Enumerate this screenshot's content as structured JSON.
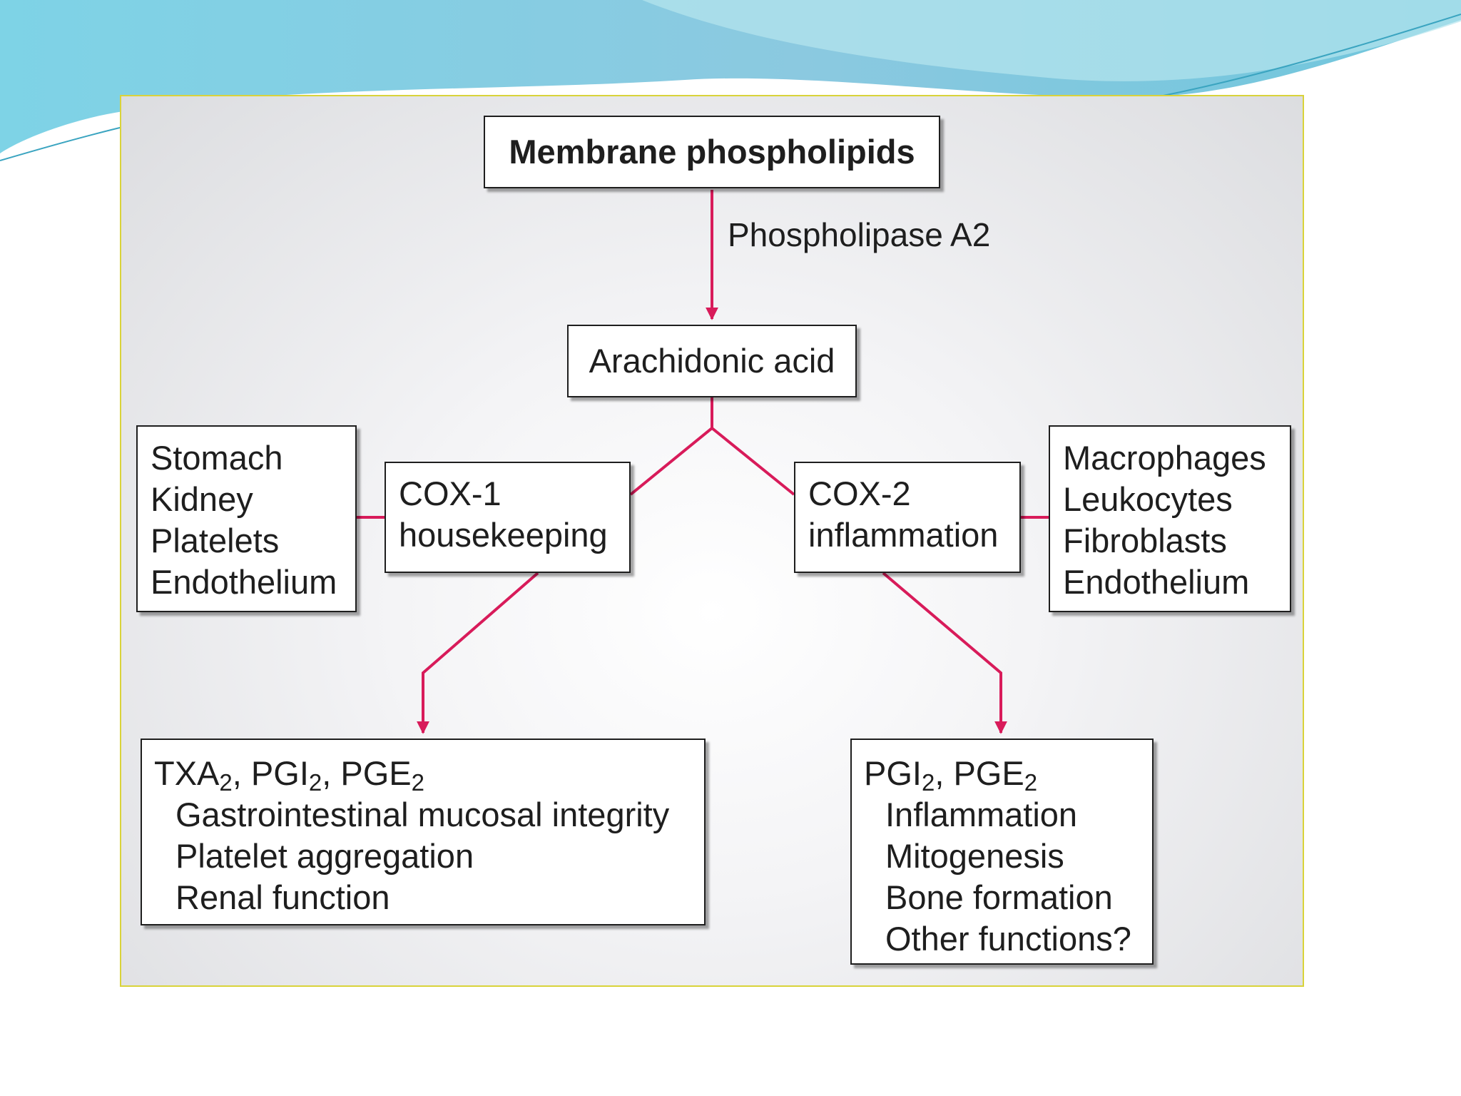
{
  "membrane": {
    "label": "Membrane phospholipids"
  },
  "enzyme": {
    "label": "Phospholipase A2"
  },
  "arachidonic": {
    "label": "Arachidonic acid"
  },
  "cox1": {
    "line1": "COX-1",
    "line2": "housekeeping"
  },
  "cox2": {
    "line1": "COX-2",
    "line2": "inflammation"
  },
  "cox1_tissues": [
    "Stomach",
    "Kidney",
    "Platelets",
    "Endothelium"
  ],
  "cox2_tissues": [
    "Macrophages",
    "Leukocytes",
    "Fibroblasts",
    "Endothelium"
  ],
  "cox1_products": {
    "heading": {
      "a": "TXA",
      "a_sub": "2",
      "a_sep": ", ",
      "b": "PGI",
      "b_sub": "2",
      "b_sep": ", ",
      "c": "PGE",
      "c_sub": "2"
    },
    "items": [
      "Gastrointestinal mucosal integrity",
      "Platelet aggregation",
      "Renal function"
    ]
  },
  "cox2_products": {
    "heading": {
      "a": "PGI",
      "a_sub": "2",
      "a_sep": ", ",
      "b": "PGE",
      "b_sub": "2"
    },
    "items": [
      "Inflammation",
      "Mitogenesis",
      "Bone formation",
      "Other functions?"
    ]
  },
  "colors": {
    "arrow": "#d81b5a",
    "panel_border": "#d9d33a",
    "wave": "#7ac8dc"
  }
}
